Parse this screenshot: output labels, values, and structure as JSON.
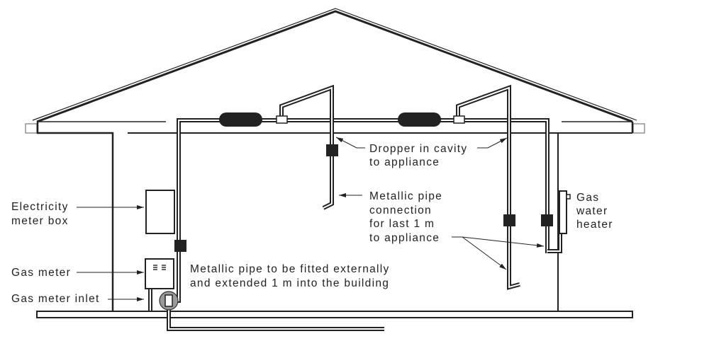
{
  "diagram": {
    "title": "Gas pipe installation in a house cross-section",
    "labels": {
      "electricity_meter_box": [
        "Electricity",
        "meter box"
      ],
      "gas_meter": "Gas meter",
      "gas_meter_inlet": "Gas meter inlet",
      "external_pipe": [
        "Metallic pipe to be fitted externally",
        "and extended 1 m into the building"
      ],
      "dropper": [
        "Dropper in cavity",
        "to appliance"
      ],
      "metallic_connection": [
        "Metallic pipe",
        "connection",
        "for last 1 m",
        "to appliance"
      ],
      "water_heater": [
        "Gas",
        "water",
        "heater"
      ]
    },
    "colors": {
      "line": "#222222",
      "meter_inlet_circle": "#9a9a9a",
      "ceiling_line": "#888888"
    }
  }
}
